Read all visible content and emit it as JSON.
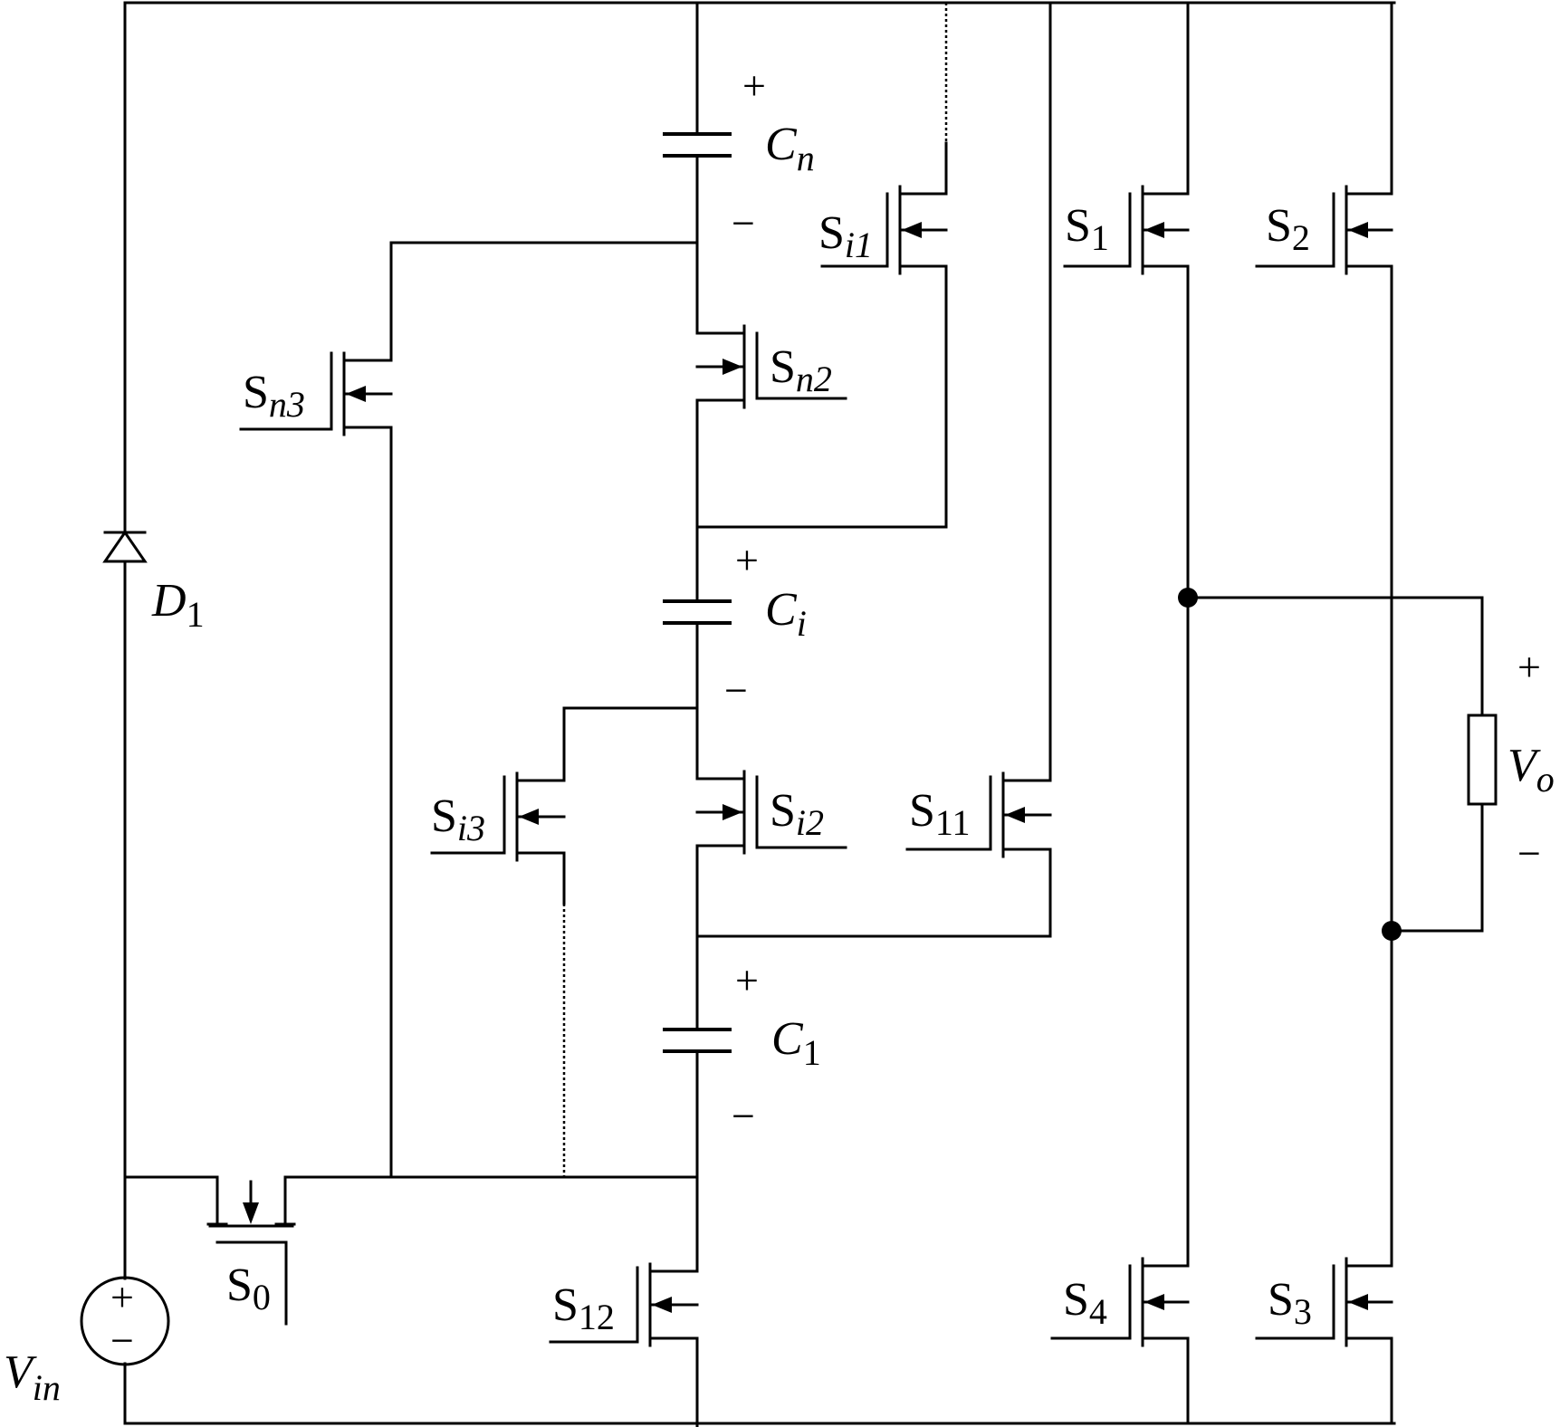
{
  "labels": {
    "cn_main": "C",
    "cn_sub": "n",
    "ci_main": "C",
    "ci_sub": "i",
    "c1_main": "C",
    "c1_sub": "1",
    "d1_main": "D",
    "d1_sub": "1",
    "vin_main": "V",
    "vin_sub": "in",
    "vo_main": "V",
    "vo_sub": "o",
    "sn3_main": "S",
    "sn3_sub": "n3",
    "sn2_main": "S",
    "sn2_sub": "n2",
    "si1_main": "S",
    "si1_sub": "i1",
    "si2_main": "S",
    "si2_sub": "i2",
    "si3_main": "S",
    "si3_sub": "i3",
    "s1_main": "S",
    "s1_sub": "1",
    "s2_main": "S",
    "s2_sub": "2",
    "s3_main": "S",
    "s3_sub": "3",
    "s4_main": "S",
    "s4_sub": "4",
    "s11_main": "S",
    "s11_sub": "11",
    "s12_main": "S",
    "s12_sub": "12",
    "s0_main": "S",
    "s0_sub": "0"
  },
  "signs": {
    "plus": "+",
    "minus": "−"
  }
}
